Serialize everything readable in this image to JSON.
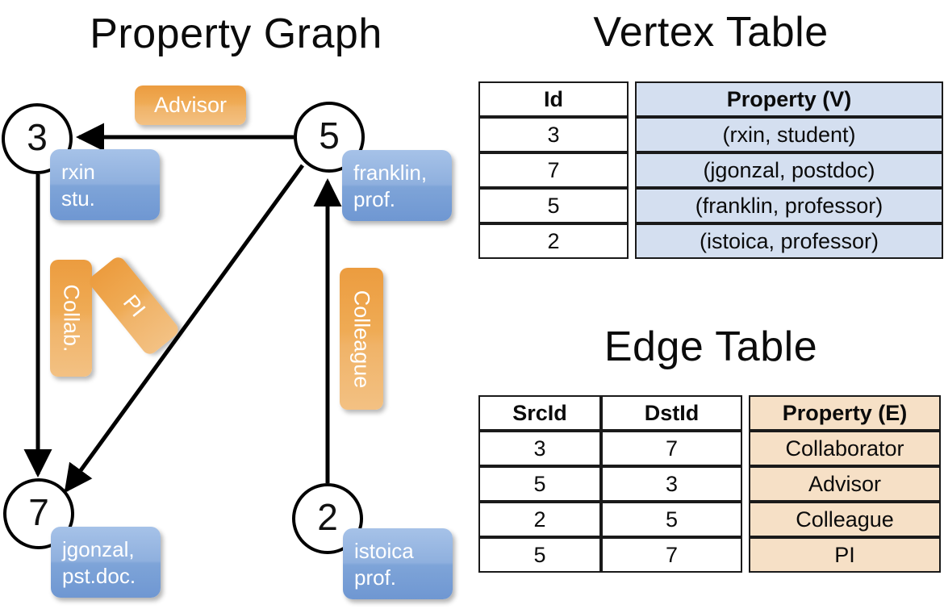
{
  "titles": {
    "property_graph": "Property Graph",
    "vertex_table": "Vertex Table",
    "edge_table": "Edge Table"
  },
  "graph": {
    "nodes": [
      {
        "id": "3",
        "property_lines": [
          "rxin",
          "stu."
        ]
      },
      {
        "id": "5",
        "property_lines": [
          "franklin,",
          "prof."
        ]
      },
      {
        "id": "7",
        "property_lines": [
          "jgonzal,",
          "pst.doc."
        ]
      },
      {
        "id": "2",
        "property_lines": [
          "istoica",
          "prof."
        ]
      }
    ],
    "edge_labels": [
      {
        "name": "advisor",
        "text": "Advisor",
        "orientation": "horizontal"
      },
      {
        "name": "collab",
        "text": "Collab.",
        "orientation": "vertical"
      },
      {
        "name": "colleague",
        "text": "Colleague",
        "orientation": "vertical"
      },
      {
        "name": "pi",
        "text": "PI",
        "orientation": "diagonal"
      }
    ],
    "edges": [
      {
        "src": "5",
        "dst": "3",
        "label": "Advisor"
      },
      {
        "src": "3",
        "dst": "7",
        "label": "Collab."
      },
      {
        "src": "5",
        "dst": "7",
        "label": "PI"
      },
      {
        "src": "2",
        "dst": "5",
        "label": "Colleague"
      }
    ]
  },
  "vertex_table": {
    "headers": [
      "Id",
      "Property (V)"
    ],
    "rows": [
      {
        "id": "3",
        "property": "(rxin, student)"
      },
      {
        "id": "7",
        "property": "(jgonzal, postdoc)"
      },
      {
        "id": "5",
        "property": "(franklin, professor)"
      },
      {
        "id": "2",
        "property": "(istoica, professor)"
      }
    ]
  },
  "edge_table": {
    "headers": [
      "SrcId",
      "DstId",
      "Property (E)"
    ],
    "rows": [
      {
        "src": "3",
        "dst": "7",
        "property": "Collaborator"
      },
      {
        "src": "5",
        "dst": "3",
        "property": "Advisor"
      },
      {
        "src": "2",
        "dst": "5",
        "property": "Colleague"
      },
      {
        "src": "5",
        "dst": "7",
        "property": "PI"
      }
    ]
  },
  "colors": {
    "vertex_property_fill": "#d4dff0",
    "edge_property_fill": "#f6e0c6",
    "node_box_blue": "#8fb0de",
    "edge_label_orange": "#efab55",
    "stroke": "#1a1a1a"
  }
}
